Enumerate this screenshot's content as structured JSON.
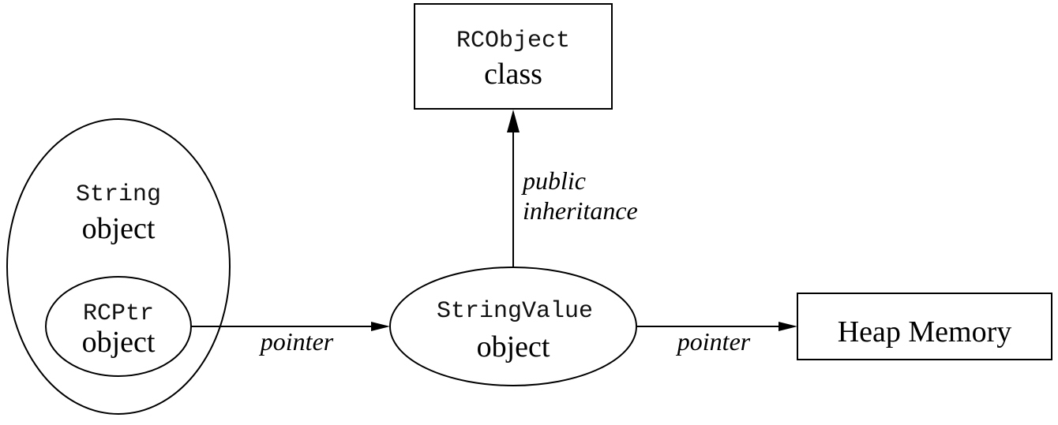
{
  "nodes": {
    "rcobject": {
      "code": "RCObject",
      "label": "class"
    },
    "string": {
      "code": "String",
      "label": "object"
    },
    "rcptr": {
      "code": "RCPtr",
      "label": "object"
    },
    "stringvalue": {
      "code": "StringValue",
      "label": "object"
    },
    "heap": {
      "label": "Heap Memory"
    }
  },
  "edges": {
    "inheritance": {
      "line1": "public",
      "line2": "inheritance"
    },
    "rcptr_to_stringvalue": {
      "label": "pointer"
    },
    "stringvalue_to_heap": {
      "label": "pointer"
    }
  }
}
